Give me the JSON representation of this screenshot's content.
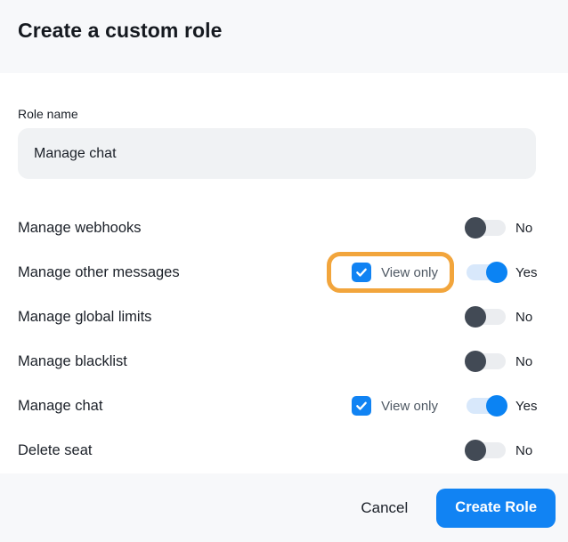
{
  "dialog": {
    "title": "Create a custom role",
    "form": {
      "role_name_label": "Role name",
      "role_name_value": "Manage chat"
    },
    "permissions": [
      {
        "label": "Manage webhooks",
        "on": false,
        "toggle_label": "No",
        "view_only": false,
        "highlighted": false
      },
      {
        "label": "Manage other messages",
        "on": true,
        "toggle_label": "Yes",
        "view_only": true,
        "view_only_label": "View only",
        "view_only_checked": true,
        "highlighted": true
      },
      {
        "label": "Manage global limits",
        "on": false,
        "toggle_label": "No",
        "view_only": false,
        "highlighted": false
      },
      {
        "label": "Manage blacklist",
        "on": false,
        "toggle_label": "No",
        "view_only": false,
        "highlighted": false
      },
      {
        "label": "Manage chat",
        "on": true,
        "toggle_label": "Yes",
        "view_only": true,
        "view_only_label": "View only",
        "view_only_checked": true,
        "highlighted": false
      },
      {
        "label": "Delete seat",
        "on": false,
        "toggle_label": "No",
        "view_only": false,
        "highlighted": false
      }
    ],
    "footer": {
      "cancel_label": "Cancel",
      "create_label": "Create Role"
    },
    "icons": {
      "checkbox_check": "checkmark-icon"
    },
    "colors": {
      "accent_blue": "#1183f3",
      "toggle_off_knob": "#424a55",
      "toggle_off_track": "#ebedf0",
      "toggle_on_track": "#d8e8fb",
      "checkbox_blue": "#1183f3",
      "highlight_orange": "#f2a53c",
      "header_footer_bg": "#f7f8fa",
      "input_bg": "#f0f2f4",
      "text_dark": "#1b2028",
      "text_gray": "#4e5863"
    }
  }
}
